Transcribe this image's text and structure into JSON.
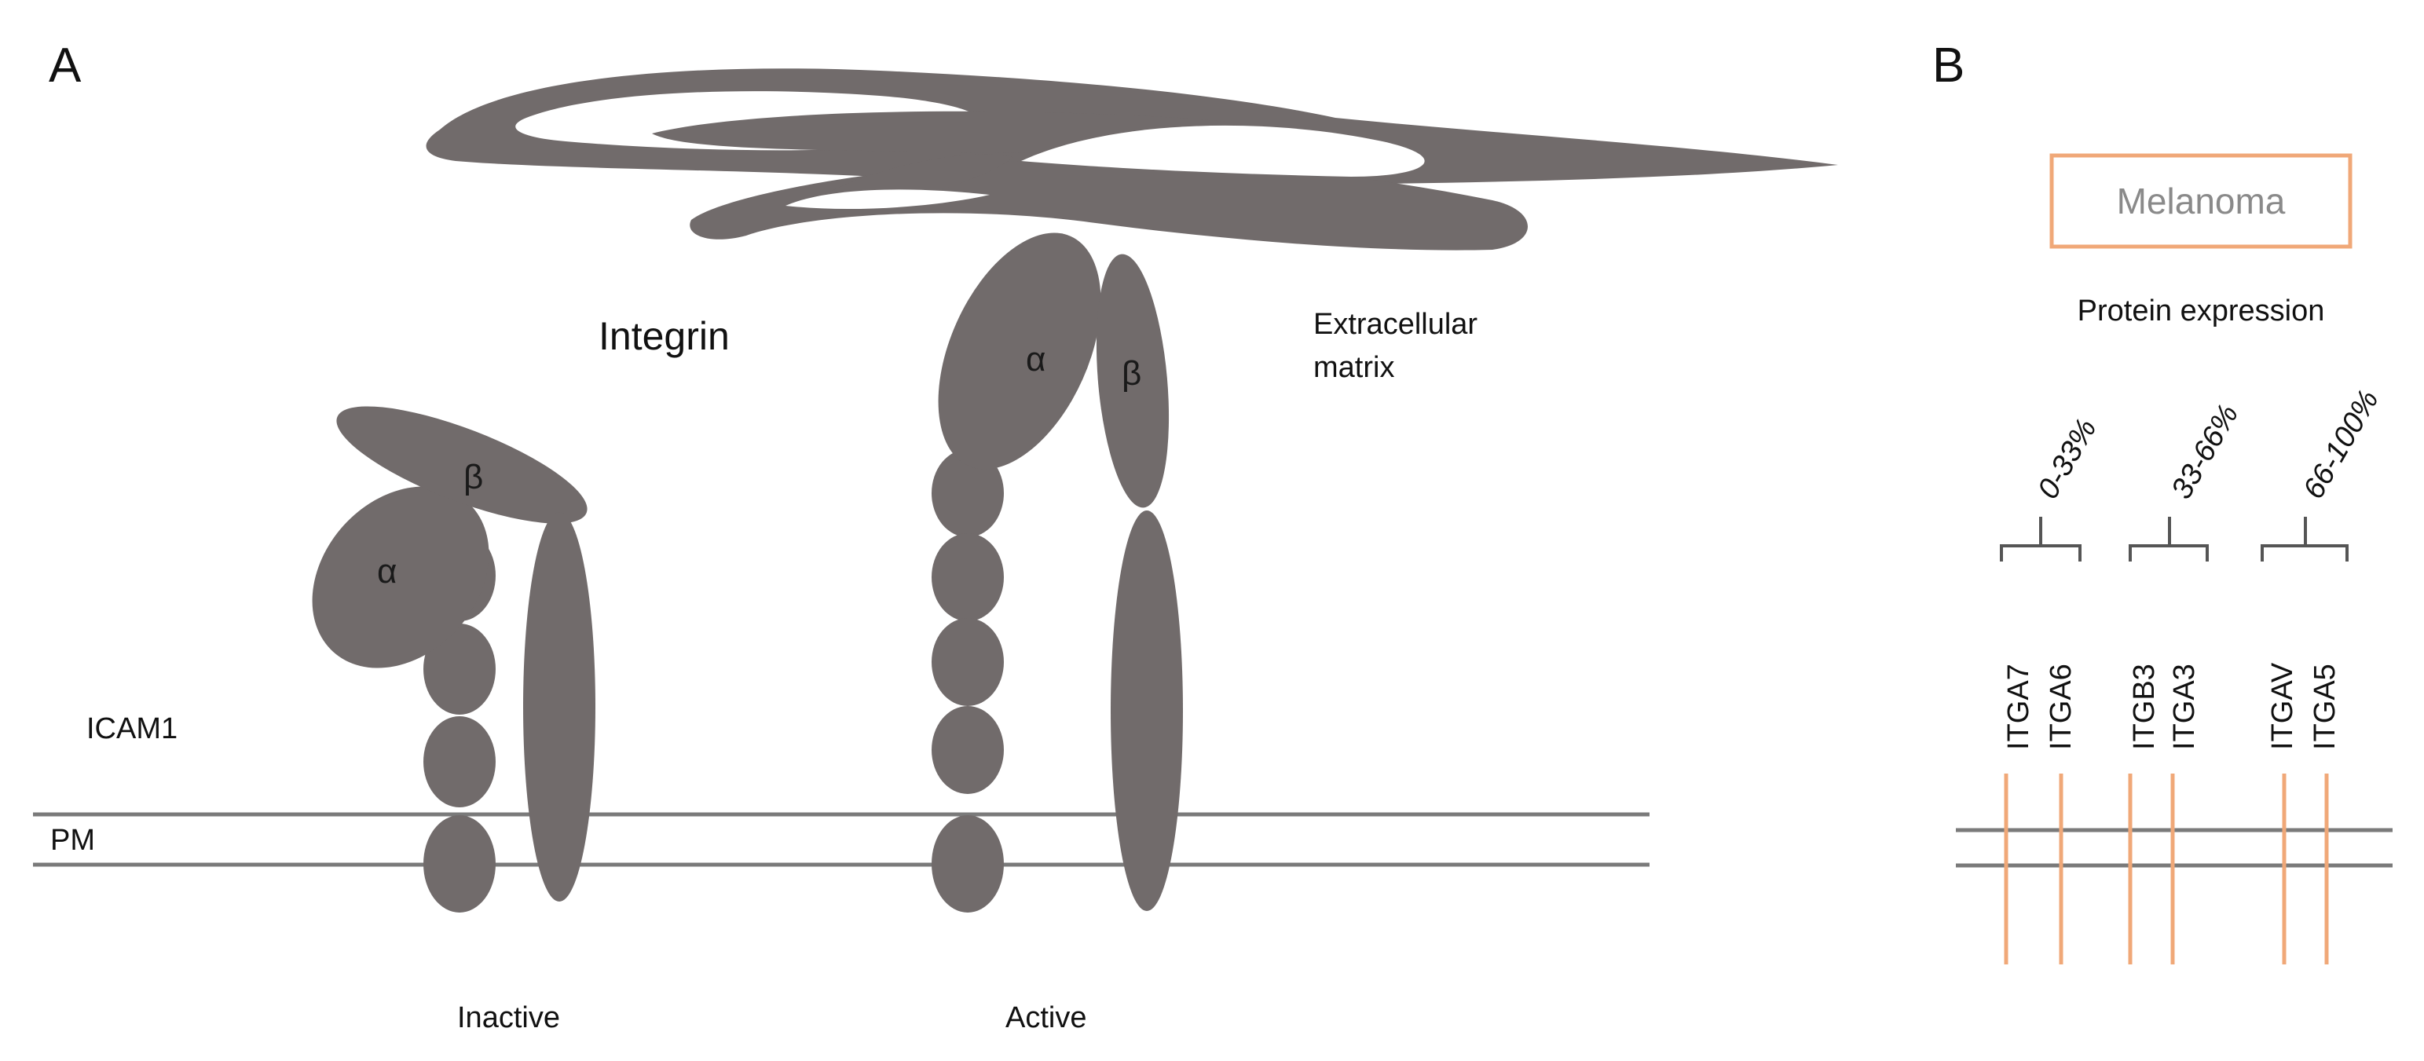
{
  "panel_a": {
    "letter": "A",
    "integrin_label": "Integrin",
    "ecm_label_line1": "Extracellular",
    "ecm_label_line2": "matrix",
    "icam_label": "ICAM1",
    "pm_label": "PM",
    "inactive_label": "Inactive",
    "active_label": "Active",
    "alpha": "α",
    "beta": "β"
  },
  "panel_b": {
    "letter": "B",
    "box_label": "Melanoma",
    "subtitle": "Protein expression",
    "groups": [
      {
        "range": "0-33%",
        "genes": [
          "ITGA7",
          "ITGA6"
        ]
      },
      {
        "range": "33-66%",
        "genes": [
          "ITGB3",
          "ITGA3"
        ]
      },
      {
        "range": "66-100%",
        "genes": [
          "ITGAV",
          "ITGA5"
        ]
      }
    ]
  },
  "colors": {
    "protein": "#716b6b",
    "membrane": "#7a7a7a",
    "accent_orange": "#f0a878"
  }
}
